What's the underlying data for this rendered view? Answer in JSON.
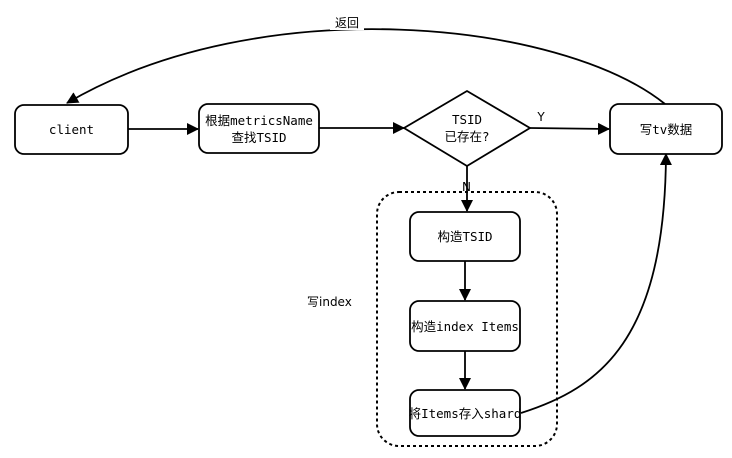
{
  "nodes": {
    "client": "client",
    "lookup_line1": "根据metricsName",
    "lookup_line2": "查找TSID",
    "decision_line1": "TSID",
    "decision_line2": "已存在?",
    "write_tv": "写tv数据",
    "build_tsid": "构造TSID",
    "build_index": "构造index Items",
    "store_shard": "将Items存入shard"
  },
  "group_label": "写index",
  "edge_labels": {
    "return": "返回",
    "yes": "Y",
    "no": "N"
  }
}
